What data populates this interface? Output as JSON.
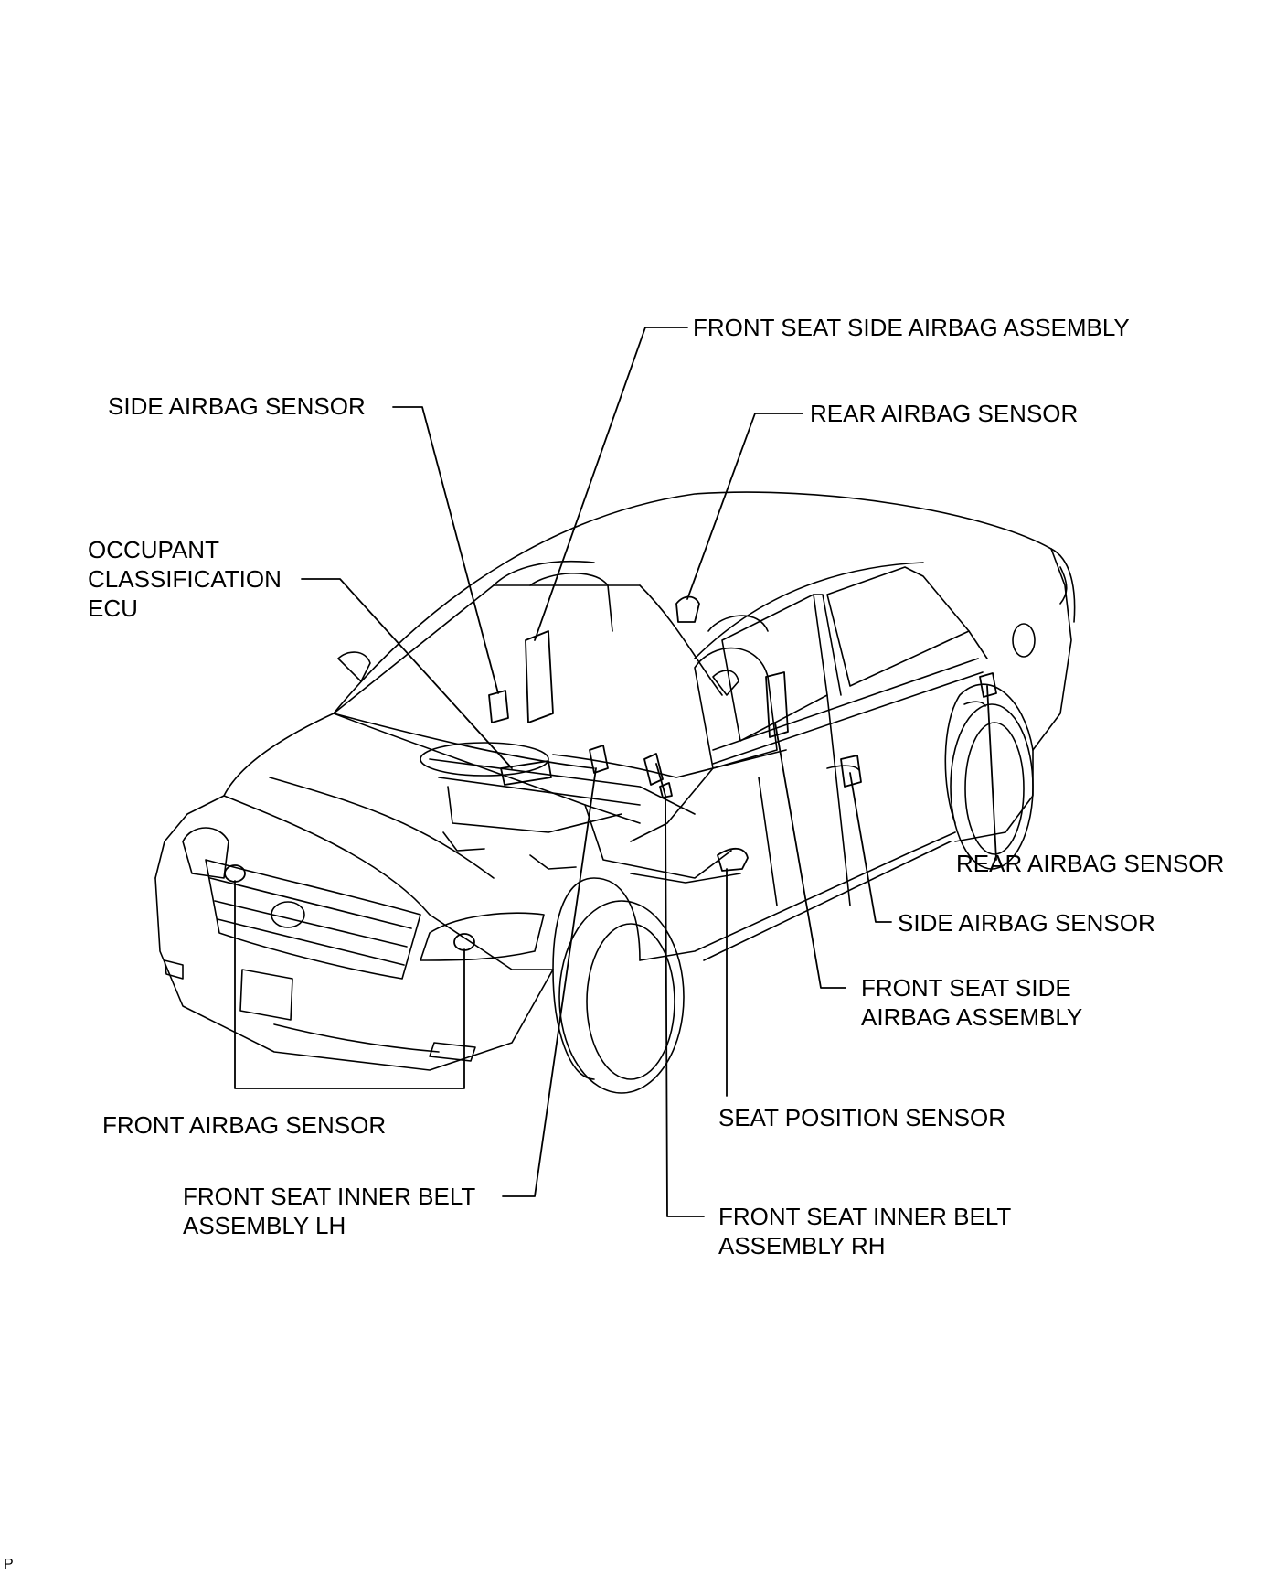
{
  "diagram": {
    "labels": {
      "front_seat_side_airbag_top": [
        "FRONT SEAT SIDE AIRBAG ASSEMBLY"
      ],
      "side_airbag_sensor_left": [
        "SIDE AIRBAG SENSOR"
      ],
      "rear_airbag_sensor_top": [
        "REAR AIRBAG SENSOR"
      ],
      "occupant_classification_ecu": [
        "OCCUPANT",
        "CLASSIFICATION",
        "ECU"
      ],
      "rear_airbag_sensor_right": [
        "REAR AIRBAG SENSOR"
      ],
      "side_airbag_sensor_right": [
        "SIDE AIRBAG SENSOR"
      ],
      "front_seat_side_airbag_right": [
        "FRONT SEAT SIDE",
        "AIRBAG ASSEMBLY"
      ],
      "front_airbag_sensor": [
        "FRONT AIRBAG SENSOR"
      ],
      "seat_position_sensor": [
        "SEAT POSITION SENSOR"
      ],
      "front_seat_inner_belt_lh": [
        "FRONT SEAT INNER BELT",
        "ASSEMBLY LH"
      ],
      "front_seat_inner_belt_rh": [
        "FRONT SEAT INNER BELT",
        "ASSEMBLY RH"
      ]
    },
    "corner_mark": "P",
    "line_color": "#000000",
    "background": "#ffffff"
  }
}
